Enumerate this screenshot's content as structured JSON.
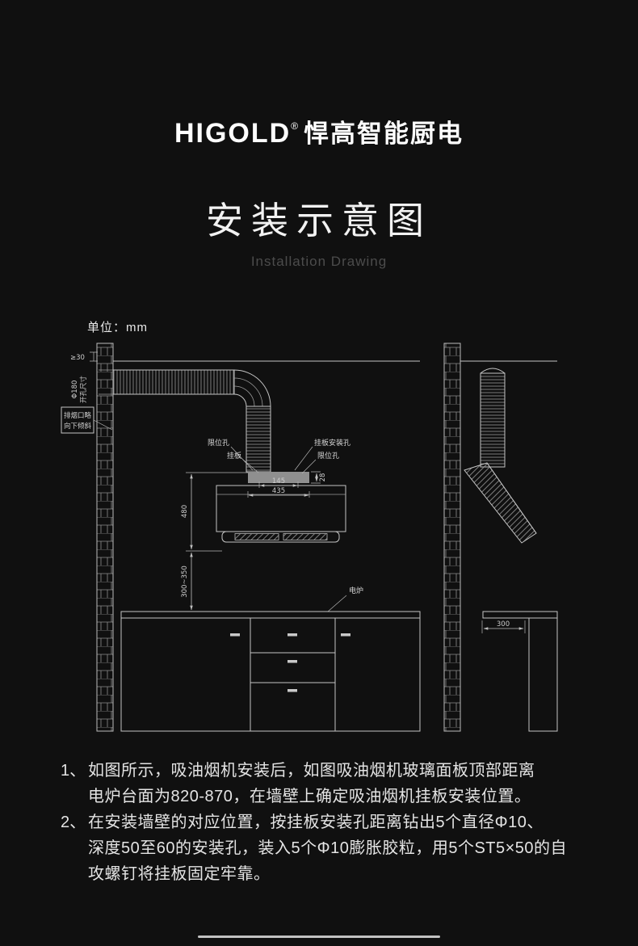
{
  "page": {
    "background": "#101010"
  },
  "header": {
    "brand": "HIGOLD",
    "brand_reg": "®",
    "brand_suffix": "悍高智能厨电",
    "title": "安装示意图",
    "subtitle": "Installation Drawing"
  },
  "diagram": {
    "unit_label": "单位：mm",
    "labels": {
      "gap_min": "≥30",
      "hole_size": "开孔尺寸",
      "hole_diameter": "Φ180",
      "smoke_note_line1": "排烟口略",
      "smoke_note_line2": "向下倾斜",
      "limit_hole_left": "限位孔",
      "hang_plate": "挂板",
      "plate_mount_hole": "挂板安装孔",
      "limit_hole_right": "限位孔",
      "dim_145": "145",
      "dim_435": "435",
      "dim_28": "28",
      "dim_480": "480",
      "dim_300_350": "300~350",
      "stove": "电炉",
      "dim_300": "300"
    }
  },
  "notes": {
    "items": [
      {
        "num": "1、",
        "text": "如图所示，吸油烟机安装后，如图吸油烟机玻璃面板顶部距离\n电炉台面为820-870，在墙壁上确定吸油烟机挂板安装位置。"
      },
      {
        "num": "2、",
        "text": "在安装墙壁的对应位置，按挂板安装孔距离钻出5个直径Φ10、\n深度50至60的安装孔，装入5个Φ10膨胀胶粒，用5个ST5×50的自\n攻螺钉将挂板固定牢靠。"
      }
    ]
  }
}
